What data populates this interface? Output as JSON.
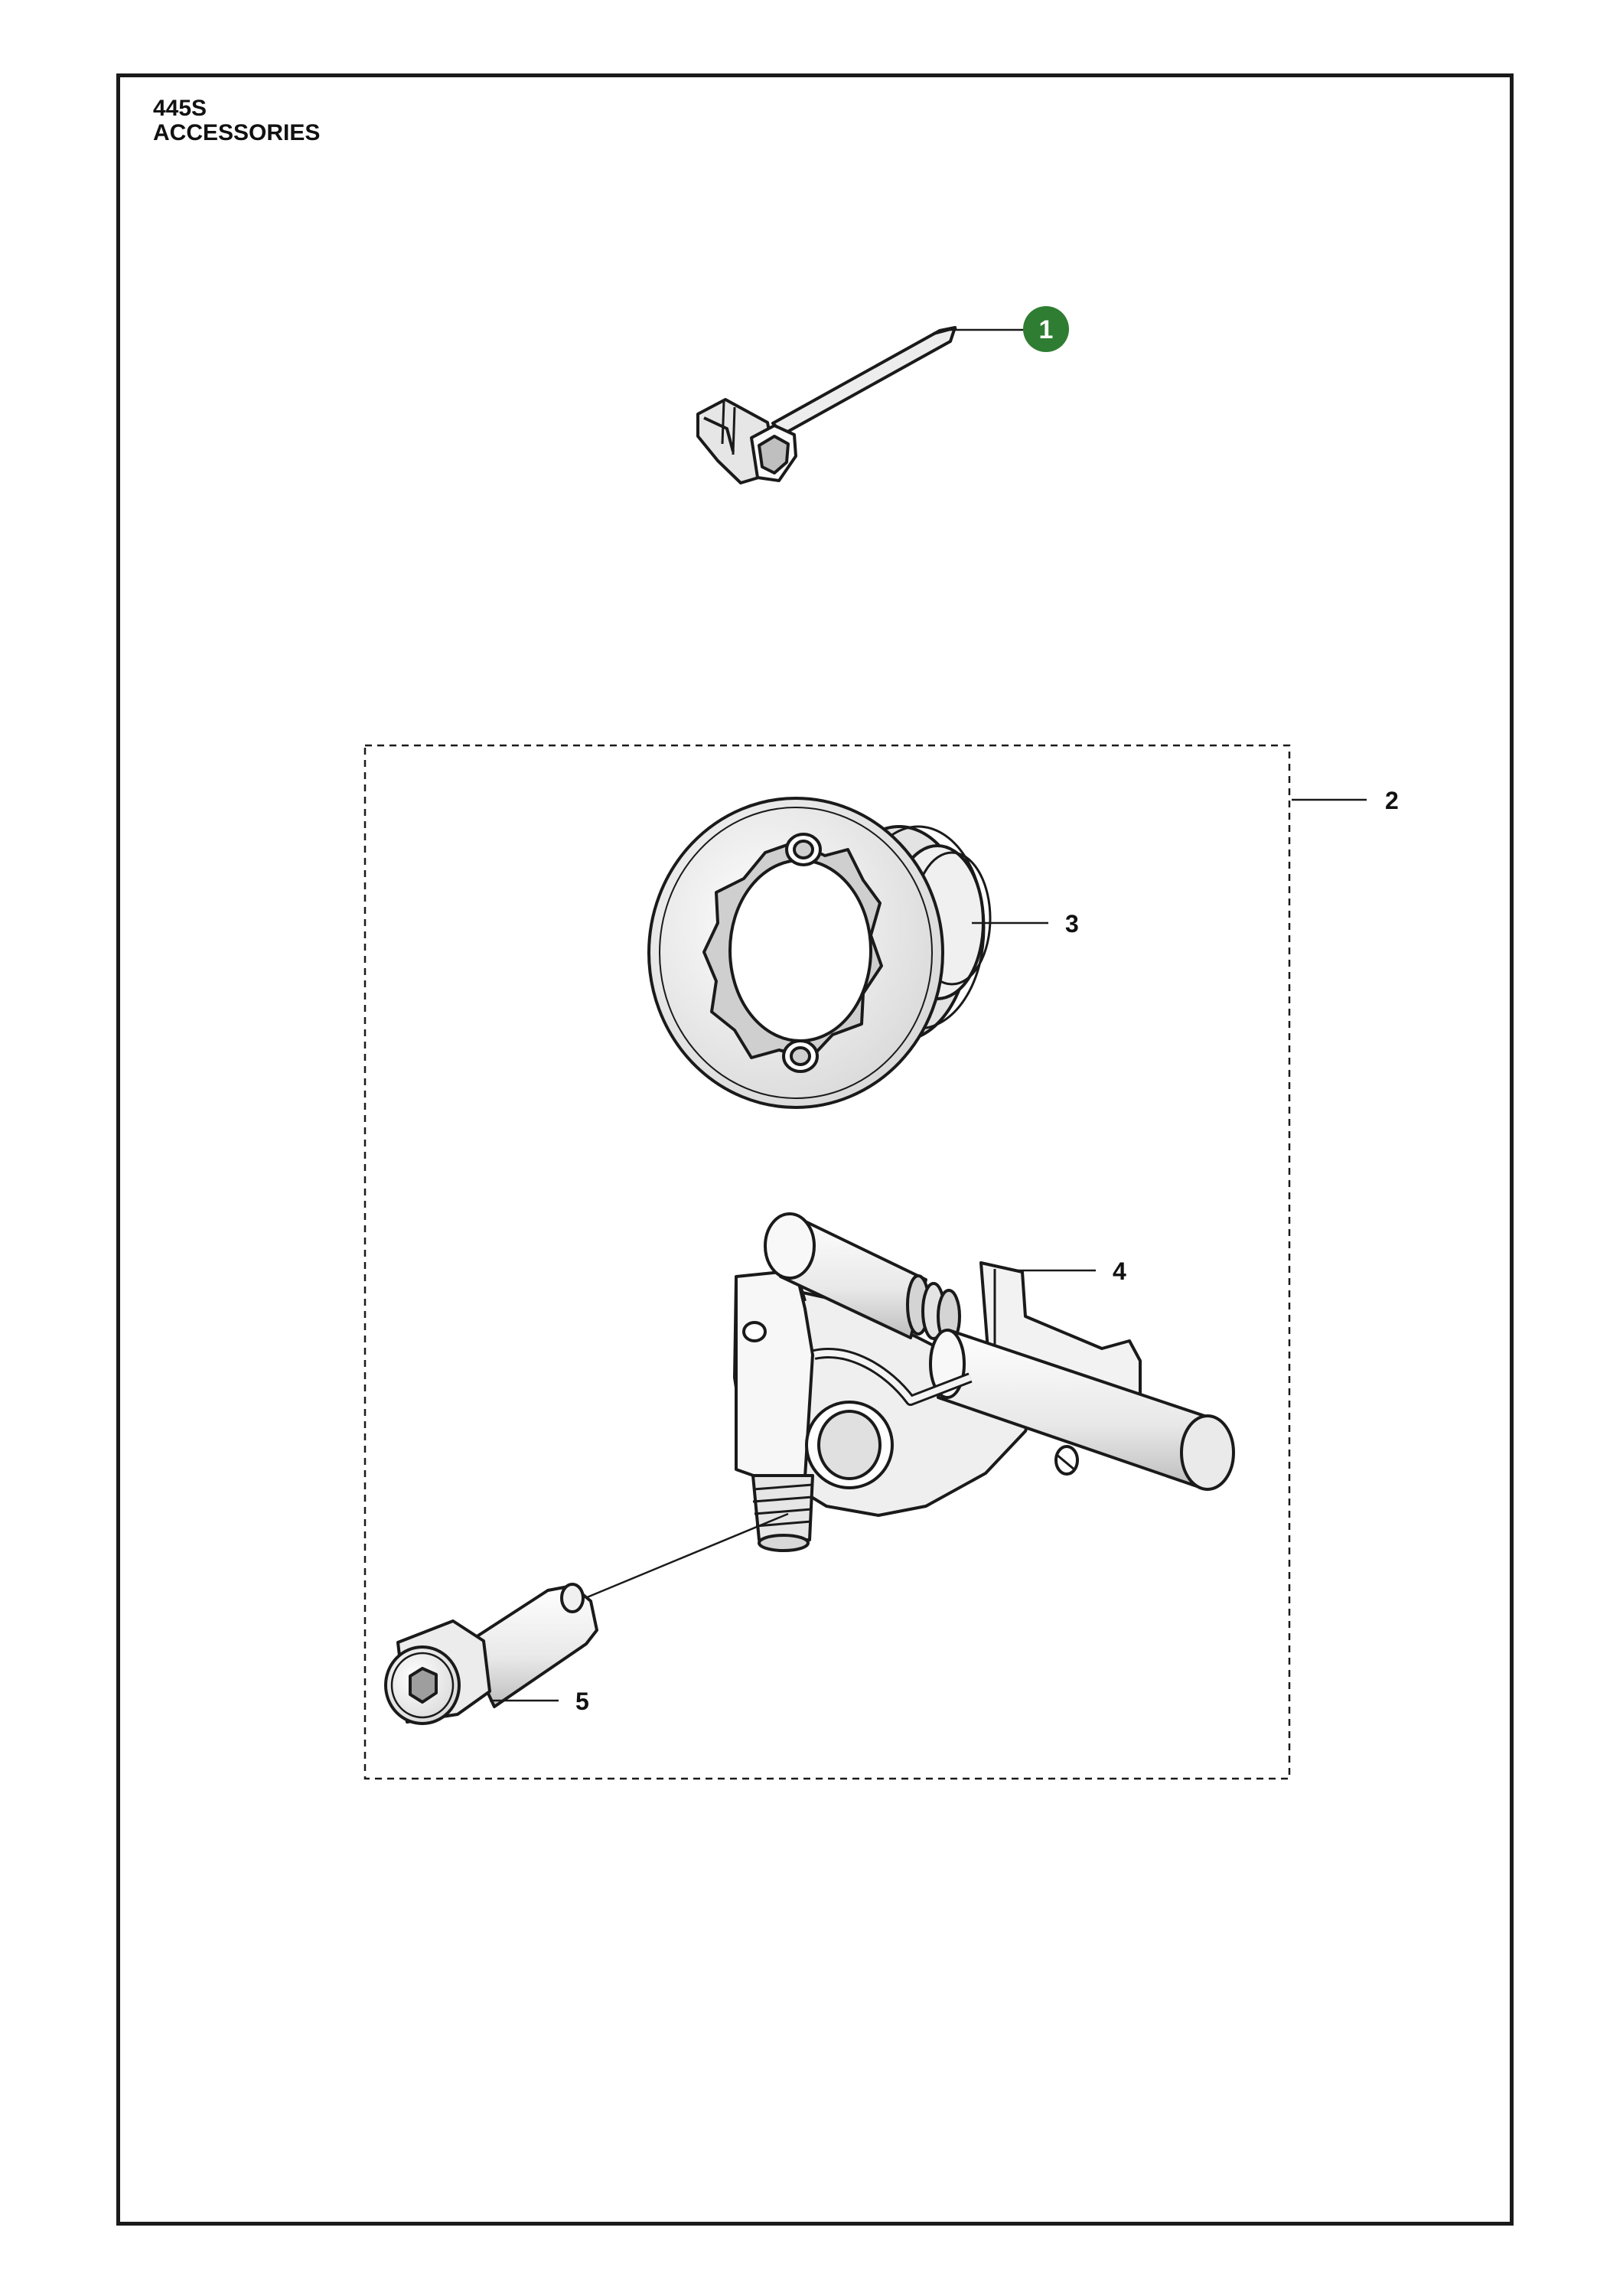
{
  "header": {
    "model": "445S",
    "section": "ACCESSORIES"
  },
  "callouts": [
    {
      "id": "1",
      "label": "1",
      "highlighted": true
    },
    {
      "id": "2",
      "label": "2",
      "highlighted": false
    },
    {
      "id": "3",
      "label": "3",
      "highlighted": false
    },
    {
      "id": "4",
      "label": "4",
      "highlighted": false
    },
    {
      "id": "5",
      "label": "5",
      "highlighted": false
    }
  ],
  "colors": {
    "highlight": "#2e7d32",
    "line": "#1a1a1a",
    "part_fill": "#f4f4f4",
    "part_shade": "#d9d9d9"
  },
  "parts": [
    {
      "callout": "1",
      "icon": "combination-wrench-icon"
    },
    {
      "callout": "2",
      "icon": "kit-group-box"
    },
    {
      "callout": "3",
      "icon": "sprocket-rim-icon"
    },
    {
      "callout": "4",
      "icon": "oil-pump-icon"
    },
    {
      "callout": "5",
      "icon": "socket-screw-icon"
    }
  ]
}
